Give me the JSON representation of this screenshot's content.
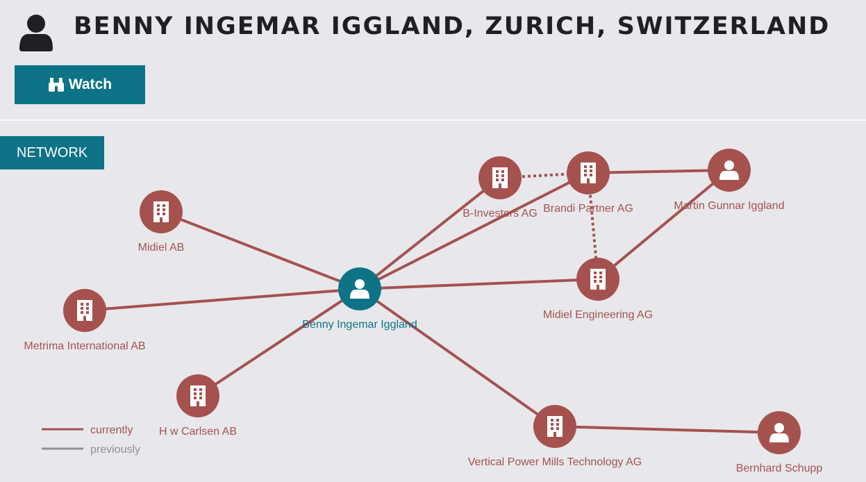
{
  "header": {
    "title": "BENNY INGEMAR IGGLAND, ZURICH, SWITZERLAND",
    "icon": "user-icon"
  },
  "watch_button": {
    "label": "Watch",
    "icon": "binoculars-icon"
  },
  "tab": {
    "label": "NETWORK"
  },
  "colors": {
    "accent": "#0e7386",
    "current": "#a5524f",
    "previous": "#909090"
  },
  "network": {
    "nodes": [
      {
        "id": "benny",
        "label": "Benny Ingemar Iggland",
        "type": "person",
        "center": true
      },
      {
        "id": "binv",
        "label": "B-Investors AG",
        "type": "company"
      },
      {
        "id": "brandi",
        "label": "Brandi Partner AG",
        "type": "company"
      },
      {
        "id": "martin",
        "label": "Martin Gunnar Iggland",
        "type": "person"
      },
      {
        "id": "midielab",
        "label": "Midiel AB",
        "type": "company"
      },
      {
        "id": "midieleng",
        "label": "Midiel Engineering AG",
        "type": "company"
      },
      {
        "id": "metrima",
        "label": "Metrima International AB",
        "type": "company"
      },
      {
        "id": "hw",
        "label": "H w Carlsen AB",
        "type": "company"
      },
      {
        "id": "vertical",
        "label": "Vertical Power Mills Technology AG",
        "type": "company"
      },
      {
        "id": "bernhard",
        "label": "Bernhard Schupp",
        "type": "person"
      }
    ],
    "edges": [
      {
        "from": "benny",
        "to": "midielab",
        "style": "solid"
      },
      {
        "from": "benny",
        "to": "metrima",
        "style": "solid"
      },
      {
        "from": "benny",
        "to": "hw",
        "style": "solid"
      },
      {
        "from": "benny",
        "to": "vertical",
        "style": "solid"
      },
      {
        "from": "benny",
        "to": "binv",
        "style": "solid"
      },
      {
        "from": "benny",
        "to": "brandi",
        "style": "solid"
      },
      {
        "from": "benny",
        "to": "midieleng",
        "style": "solid"
      },
      {
        "from": "binv",
        "to": "brandi",
        "style": "dotted"
      },
      {
        "from": "brandi",
        "to": "martin",
        "style": "solid"
      },
      {
        "from": "martin",
        "to": "midieleng",
        "style": "solid"
      },
      {
        "from": "brandi",
        "to": "midieleng",
        "style": "dotted"
      },
      {
        "from": "vertical",
        "to": "bernhard",
        "style": "solid"
      }
    ]
  },
  "legend": {
    "currently": "currently",
    "previously": "previously"
  }
}
